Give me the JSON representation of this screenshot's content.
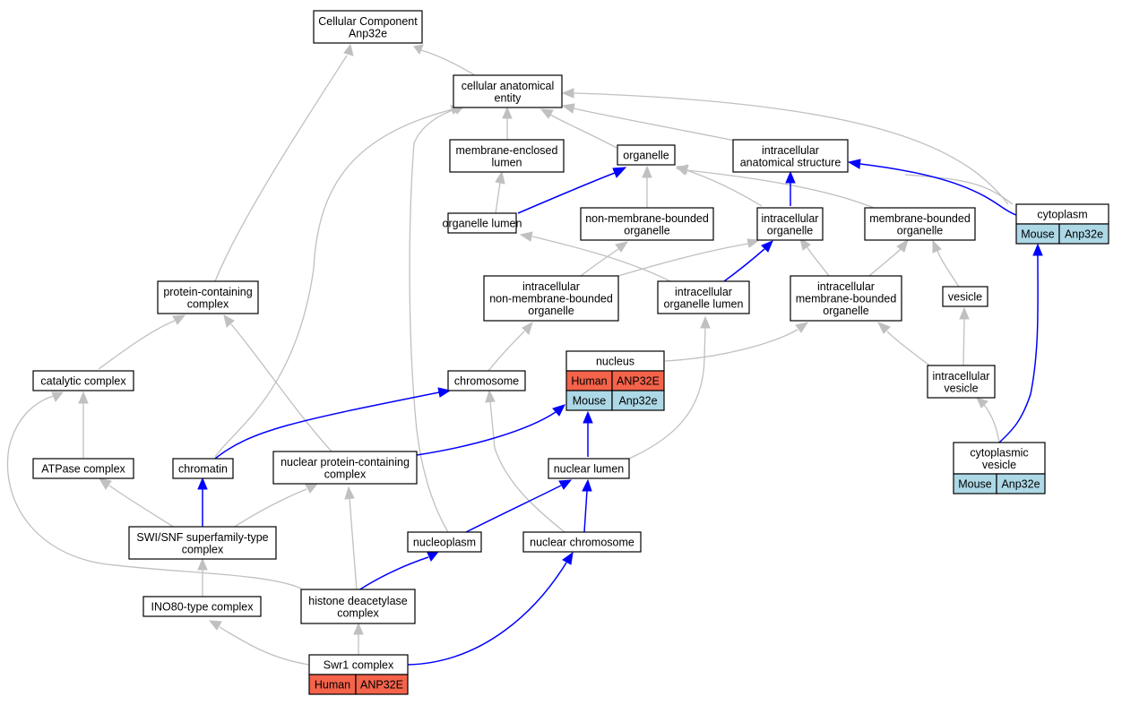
{
  "colors": {
    "human": "#f4634a",
    "mouse": "#add8e6",
    "edge_blue": "#0000ff",
    "edge_grey": "#c0c0c0"
  },
  "nodes": {
    "root": [
      "Cellular Component",
      "Anp32e"
    ],
    "cae": [
      "cellular anatomical",
      "entity"
    ],
    "mel": [
      "membrane-enclosed",
      "lumen"
    ],
    "organelle": [
      "organelle"
    ],
    "ias": [
      "intracellular",
      "anatomical structure"
    ],
    "cytoplasm": [
      "cytoplasm"
    ],
    "orglumen": [
      "organelle lumen"
    ],
    "nmbo": [
      "non-membrane-bounded",
      "organelle"
    ],
    "intorg": [
      "intracellular",
      "organelle"
    ],
    "mbo": [
      "membrane-bounded",
      "organelle"
    ],
    "pcc": [
      "protein-containing",
      "complex"
    ],
    "inmbo": [
      "intracellular",
      "non-membrane-bounded",
      "organelle"
    ],
    "iol": [
      "intracellular",
      "organelle lumen"
    ],
    "imbo": [
      "intracellular",
      "membrane-bounded",
      "organelle"
    ],
    "vesicle": [
      "vesicle"
    ],
    "catalytic": [
      "catalytic complex"
    ],
    "chromosome": [
      "chromosome"
    ],
    "nucleus": [
      "nucleus"
    ],
    "ivesicle": [
      "intracellular",
      "vesicle"
    ],
    "cvesicle": [
      "cytoplasmic",
      "vesicle"
    ],
    "atpase": [
      "ATPase complex"
    ],
    "chromatin": [
      "chromatin"
    ],
    "npcc": [
      "nuclear protein-containing",
      "complex"
    ],
    "nlumen": [
      "nuclear lumen"
    ],
    "swisnf": [
      "SWI/SNF superfamily-type",
      "complex"
    ],
    "nucleoplasm": [
      "nucleoplasm"
    ],
    "nchrom": [
      "nuclear chromosome"
    ],
    "ino80": [
      "INO80-type complex"
    ],
    "hdac": [
      "histone deacetylase",
      "complex"
    ],
    "swr1": [
      "Swr1 complex"
    ]
  },
  "annotations": {
    "cytoplasm": [
      [
        "Mouse",
        "Anp32e"
      ]
    ],
    "nucleus": [
      [
        "Human",
        "ANP32E"
      ],
      [
        "Mouse",
        "Anp32e"
      ]
    ],
    "cvesicle": [
      [
        "Mouse",
        "Anp32e"
      ]
    ],
    "swr1": [
      [
        "Human",
        "ANP32E"
      ]
    ]
  }
}
